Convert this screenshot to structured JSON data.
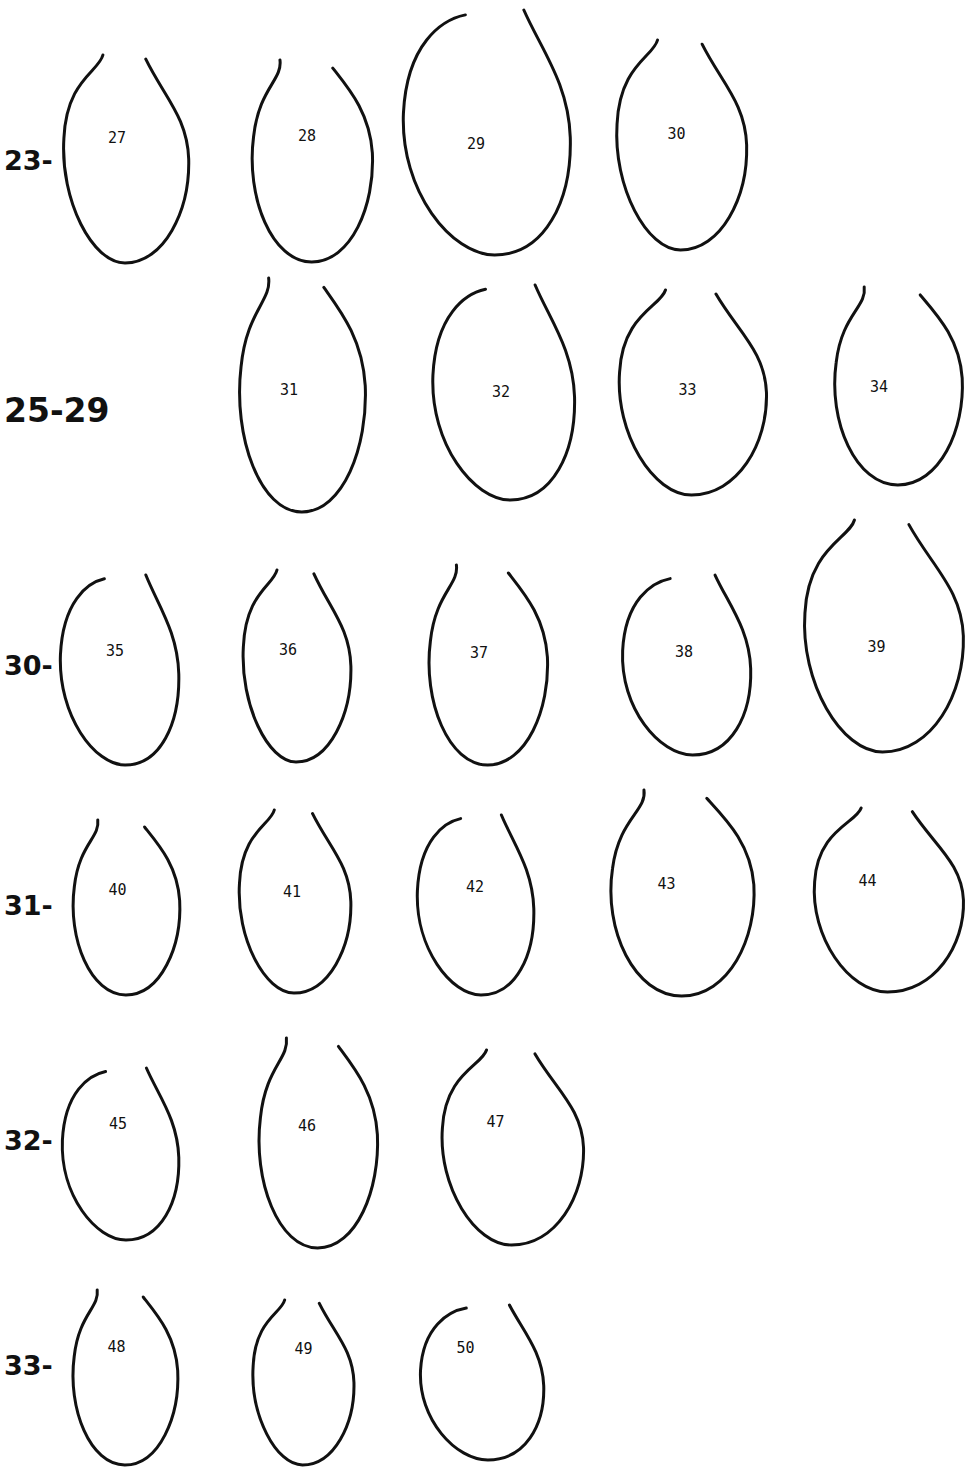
{
  "diagram": {
    "nodes": [
      {
        "text": [
          "27"
        ]
      },
      {
        "text": [
          "28"
        ]
      },
      {
        "text": [
          "29"
        ]
      },
      {
        "text": [
          "30"
        ]
      },
      {
        "text": [
          "31"
        ]
      },
      {
        "text": [
          "32"
        ]
      },
      {
        "text": [
          "33"
        ]
      },
      {
        "text": [
          "34"
        ]
      },
      {
        "text": [
          "35"
        ]
      },
      {
        "text": [
          "36"
        ]
      },
      {
        "text": [
          "37"
        ]
      },
      {
        "text": [
          "38"
        ]
      },
      {
        "text": [
          "39"
        ]
      },
      {
        "text": [
          "40"
        ]
      },
      {
        "text": [
          "41"
        ]
      },
      {
        "text": [
          "42"
        ]
      },
      {
        "text": [
          "43"
        ]
      },
      {
        "text": [
          "44"
        ]
      },
      {
        "text": [
          "45"
        ]
      },
      {
        "text": [
          "46"
        ]
      },
      {
        "text": [
          "47"
        ]
      },
      {
        "text": [
          "48"
        ]
      },
      {
        "text": [
          "49"
        ]
      },
      {
        "text": [
          "50"
        ]
      }
    ],
    "labels": [
      "23-",
      "25-29",
      "30-",
      "31-",
      "32-",
      "33-"
    ]
  }
}
